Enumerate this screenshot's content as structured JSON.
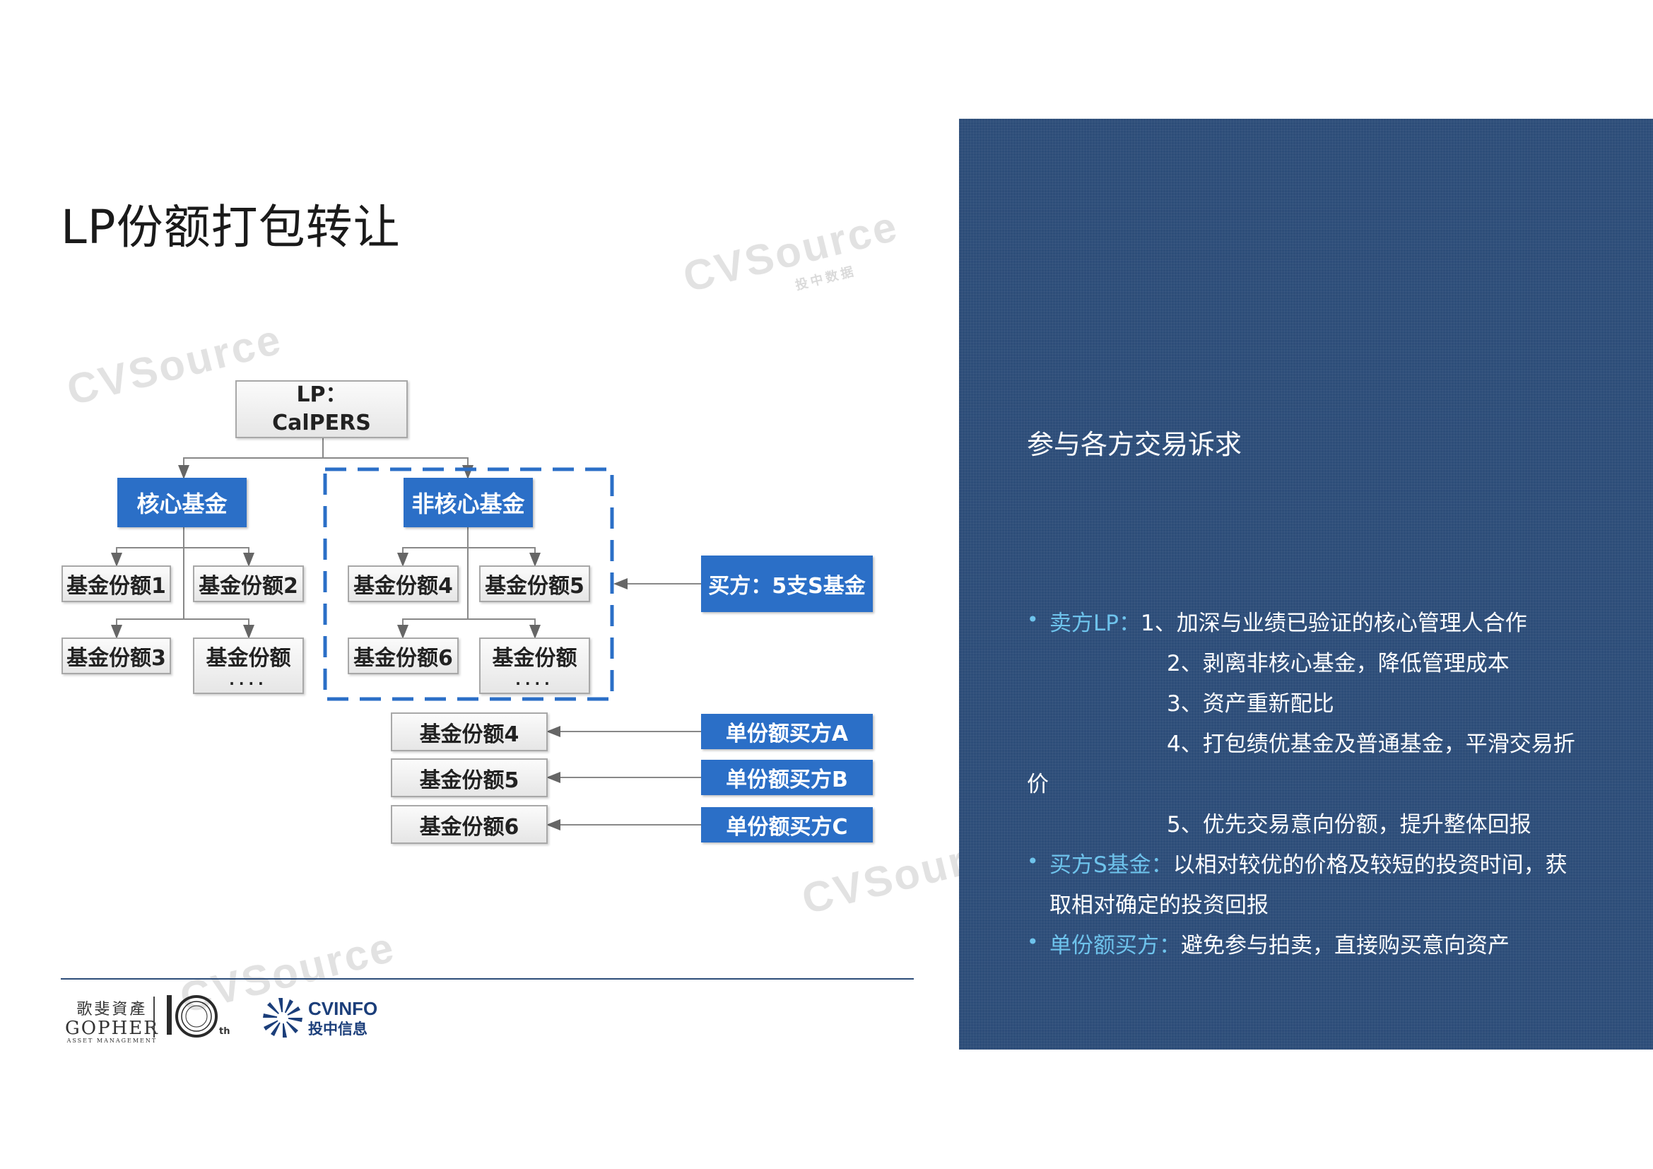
{
  "title": "LP份额打包转让",
  "watermark": {
    "brand": "CVSource",
    "cn": "投中数据"
  },
  "diagram": {
    "lp_line1": "LP：",
    "lp_line2": "CalPERS",
    "core_fund": "核心基金",
    "noncore_fund": "非核心基金",
    "shares": {
      "s1": "基金份额1",
      "s2": "基金份额2",
      "s3": "基金份额3",
      "s_more_left": "基金份额",
      "s4": "基金份额4",
      "s5": "基金份额5",
      "s6": "基金份额6",
      "s_more_right": "基金份额",
      "dots": "....",
      "lone4": "基金份额4",
      "lone5": "基金份额5",
      "lone6": "基金份额6"
    },
    "buyer_s": "买方：5支S基金",
    "buyer_a": "单份额买方A",
    "buyer_b": "单份额买方B",
    "buyer_c": "单份额买方C"
  },
  "panel": {
    "heading": "参与各方交易诉求",
    "bullets": [
      {
        "label": "卖方LP：",
        "text": "1、加深与业绩已验证的核心管理人合作"
      },
      {
        "label": "买方S基金：",
        "text": "以相对较优的价格及较短的投资时间，获"
      },
      {
        "label": "单份额买方：",
        "text": "避免参与拍卖，直接购买意向资产"
      }
    ],
    "seller_more": [
      "2、剥离非核心基金，降低管理成本",
      "3、资产重新配比",
      "4、打包绩优基金及普通基金，平滑交易折"
    ],
    "seller_wrap": "价",
    "seller_last": "5、优先交易意向份额，提升整体回报",
    "buyer_wrap": "取相对确定的投资回报",
    "accent_color": "#6ec3ec",
    "bg_color": "#2d4d79"
  },
  "footer": {
    "gopher_cn": "歌斐資產",
    "gopher_en": "GOPHER",
    "gopher_sub": "ASSET MANAGEMENT",
    "tenth_num": "10",
    "tenth_sup": "th",
    "cvinfo_en": "CVINFO",
    "cvinfo_cn": "投中信息"
  }
}
